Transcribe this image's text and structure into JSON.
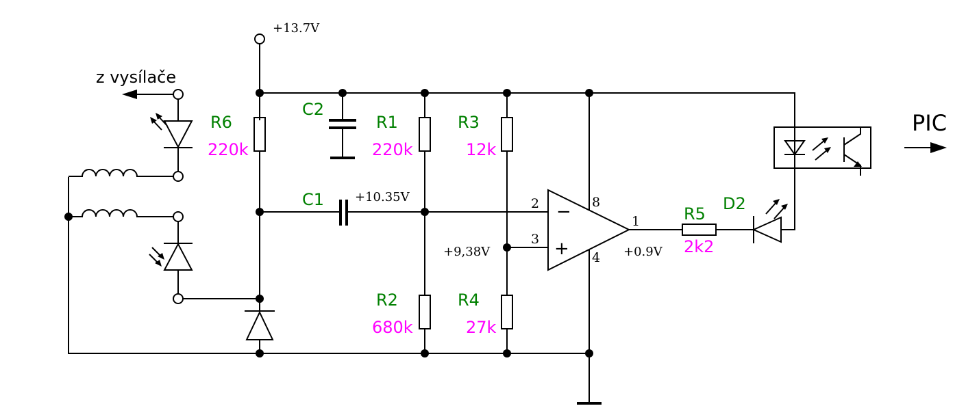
{
  "colors": {
    "name": "#008000",
    "value": "#ff00ff",
    "wire": "#000000"
  },
  "supply": "+13.7V",
  "left_label": "z vysílače",
  "output_label": "PIC",
  "components": {
    "r6": {
      "name": "R6",
      "value": "220k"
    },
    "c2": {
      "name": "C2"
    },
    "r1": {
      "name": "R1",
      "value": "220k"
    },
    "r3": {
      "name": "R3",
      "value": "12k"
    },
    "c1": {
      "name": "C1"
    },
    "r2": {
      "name": "R2",
      "value": "680k"
    },
    "r4": {
      "name": "R4",
      "value": "27k"
    },
    "r5": {
      "name": "R5",
      "value": "2k2"
    },
    "d2": {
      "name": "D2"
    }
  },
  "voltages": {
    "c1_node": "+10.35V",
    "plus_input": "+9,38V",
    "output": "+0.9V"
  },
  "opamp": {
    "pins": {
      "inv": "2",
      "noninv": "3",
      "vcc": "8",
      "gnd": "4",
      "out": "1"
    },
    "signs": {
      "minus": "−",
      "plus": "+"
    }
  },
  "icons": [
    "led-icon",
    "photodiode-icon",
    "coil-icon",
    "zener-icon",
    "optocoupler-icon",
    "ground-icon",
    "arrow-left-icon",
    "arrow-right-icon"
  ]
}
